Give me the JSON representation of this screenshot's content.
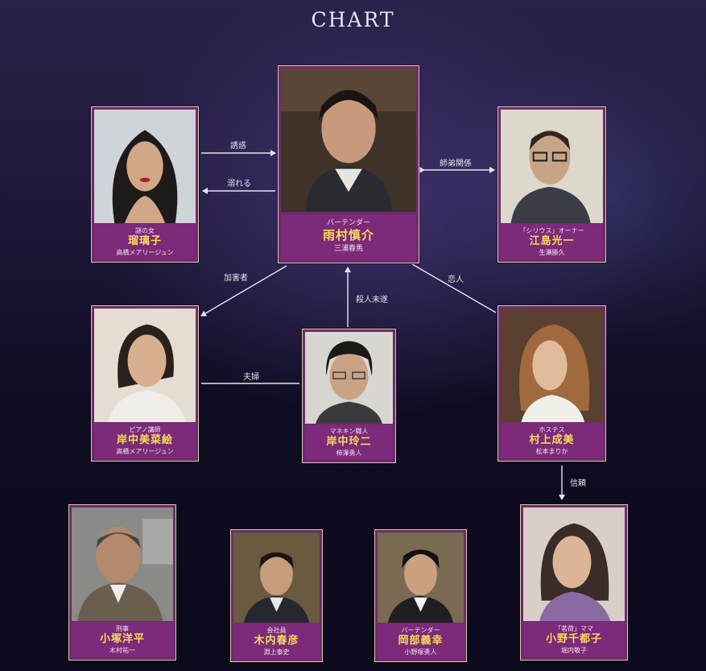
{
  "title": "CHART",
  "characters": {
    "amemura": {
      "role": "バーテンダー",
      "name": "雨村慎介",
      "actor": "三浦春馬"
    },
    "ruriko": {
      "role": "謎の女",
      "name": "瑠璃子",
      "actor": "高橋メアリージュン"
    },
    "ejima": {
      "role": "「シリウス」オーナー",
      "name": "江島光一",
      "actor": "生瀬勝久"
    },
    "minae": {
      "role": "ピアノ講師",
      "name": "岸中美菜絵",
      "actor": "高橋メアリージュン"
    },
    "reiji": {
      "role": "マネキン職人",
      "name": "岸中玲二",
      "actor": "柿澤勇人"
    },
    "naruni": {
      "role": "ホステス",
      "name": "村上成美",
      "actor": "松本まりか"
    },
    "kozuka": {
      "role": "刑事",
      "name": "小塚洋平",
      "actor": "木村祐一"
    },
    "kiuchi": {
      "role": "会社員",
      "name": "木内春彦",
      "actor": "淵上泰史"
    },
    "okabe": {
      "role": "バーテンダー",
      "name": "岡部義幸",
      "actor": "小野塚勇人"
    },
    "onochizuko": {
      "role": "「茗荷」ママ",
      "name": "小野千都子",
      "actor": "堀内敬子"
    }
  },
  "relations": {
    "temptation": "誘惑",
    "drown": "溺れる",
    "mentor": "師弟関係",
    "perpetrator": "加害者",
    "attempted_murder": "殺人未遂",
    "lover": "恋人",
    "married": "夫婦",
    "trust": "信頼"
  },
  "colors": {
    "label_bg": "#7c2a79",
    "name_text": "#f6dc5c",
    "frame": "#d9cda8"
  }
}
